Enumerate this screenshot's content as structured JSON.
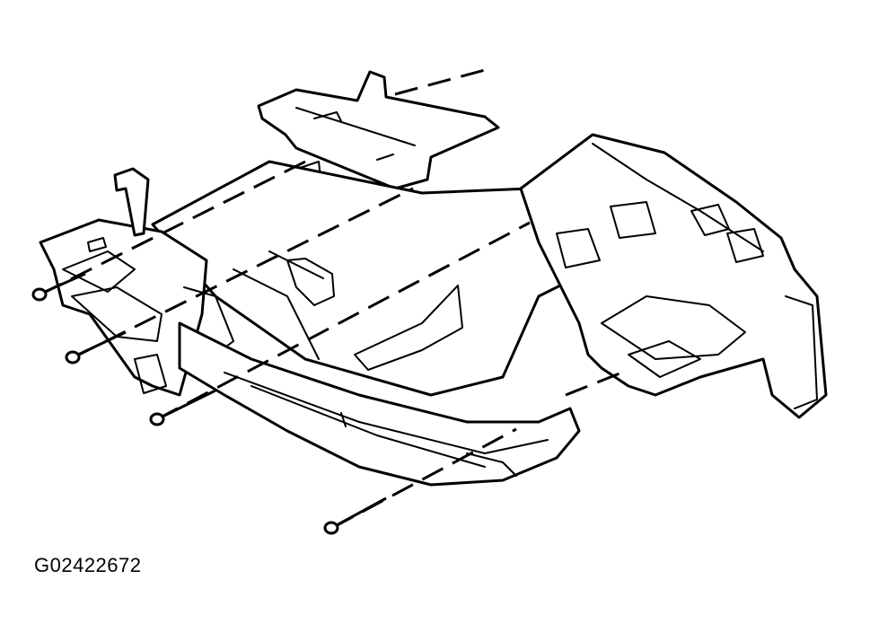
{
  "figure": {
    "id_label": "G02422672"
  },
  "illustration": {
    "subject": "underbody-frame-assembly",
    "fastener_count": 4,
    "colors": {
      "ink": "#000000",
      "paper": "#ffffff"
    }
  }
}
